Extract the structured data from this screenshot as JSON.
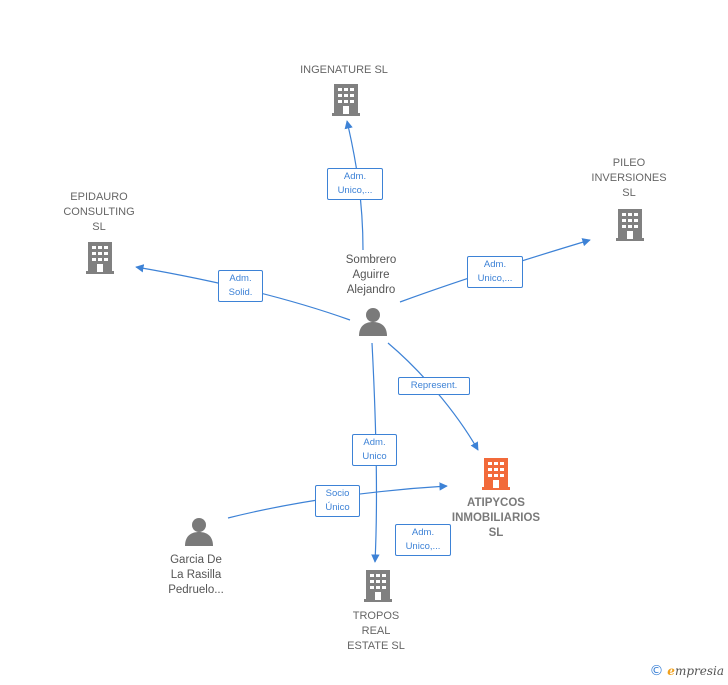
{
  "colors": {
    "edge": "#3d82d6",
    "company": "#808080",
    "highlight": "#f26a3a",
    "person": "#7a7a7a"
  },
  "nodes": {
    "ingenature": {
      "label": "INGENATURE SL",
      "icon": "building-icon"
    },
    "pileo": {
      "label": "PILEO\nINVERSIONES\nSL",
      "icon": "building-icon"
    },
    "epidauro": {
      "label": "EPIDAURO\nCONSULTING\nSL",
      "icon": "building-icon"
    },
    "sombrero": {
      "label": "Sombrero\nAguirre\nAlejandro",
      "icon": "person-icon"
    },
    "atipycos": {
      "label": "ATIPYCOS\nINMOBILIARIOS\nSL",
      "icon": "building-icon"
    },
    "garcia": {
      "label": "Garcia De\nLa Rasilla\nPedruelo...",
      "icon": "person-icon"
    },
    "tropos": {
      "label": "TROPOS\nREAL\nESTATE  SL",
      "icon": "building-icon"
    }
  },
  "edges": {
    "to_ingenature": "Adm.\nUnico,...",
    "to_pileo": "Adm.\nUnico,...",
    "to_epidauro": "Adm.\nSolid.",
    "to_atipycos": "Represent.",
    "to_tropos": "Adm.\nUnico",
    "garcia_to_atipycos": "Socio\nÚnico",
    "garcia_to_tropos": "Adm.\nUnico,..."
  },
  "footer": {
    "copyright": "©",
    "brand_e": "e",
    "brand_rest": "mpresia"
  }
}
